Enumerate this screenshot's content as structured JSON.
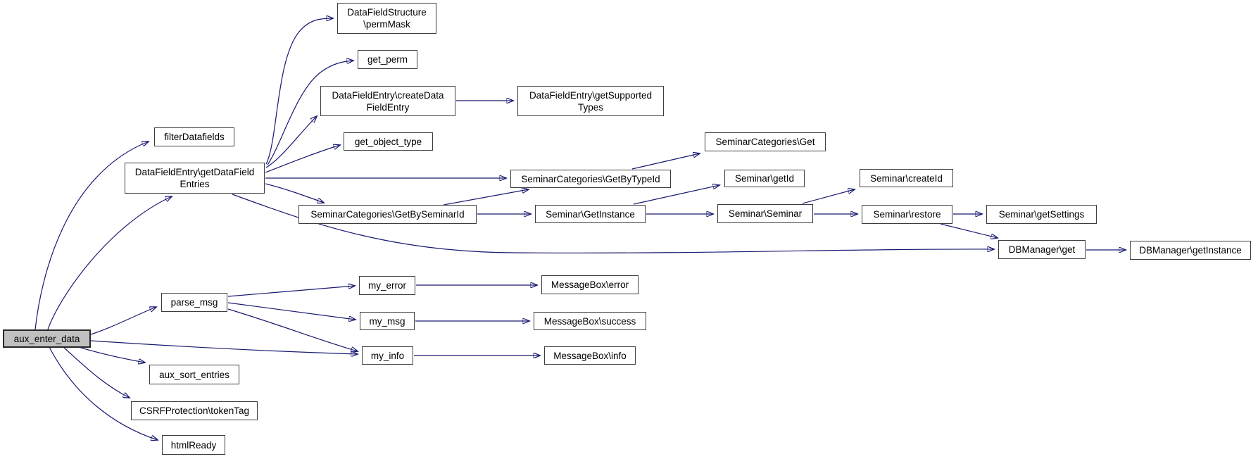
{
  "diagram": {
    "type": "call-graph",
    "root": "aux_enter_data",
    "colors": {
      "edge": "#191970",
      "node_fill": "#ffffff",
      "node_border": "#3d3d3d",
      "highlight_fill": "#c0c0c0",
      "background": "#ffffff"
    },
    "nodes": {
      "aux_enter_data": {
        "label": "aux_enter_data"
      },
      "filterDatafields": {
        "label": "filterDatafields"
      },
      "getDataFieldEntries": {
        "label": "DataFieldEntry\\getDataField\nEntries"
      },
      "permMask": {
        "label": "DataFieldStructure\n\\permMask"
      },
      "get_perm": {
        "label": "get_perm"
      },
      "createDataFieldEntry": {
        "label": "DataFieldEntry\\createData\nFieldEntry"
      },
      "getSupportedTypes": {
        "label": "DataFieldEntry\\getSupported\nTypes"
      },
      "get_object_type": {
        "label": "get_object_type"
      },
      "seminarCategoriesGet": {
        "label": "SeminarCategories\\Get"
      },
      "getByTypeId": {
        "label": "SeminarCategories\\GetByTypeId"
      },
      "seminarGetId": {
        "label": "Seminar\\getId"
      },
      "seminarCreateId": {
        "label": "Seminar\\createId"
      },
      "getBySeminarId": {
        "label": "SeminarCategories\\GetBySeminarId"
      },
      "seminarGetInstance": {
        "label": "Seminar\\GetInstance"
      },
      "seminarSeminar": {
        "label": "Seminar\\Seminar"
      },
      "seminarRestore": {
        "label": "Seminar\\restore"
      },
      "seminarGetSettings": {
        "label": "Seminar\\getSettings"
      },
      "dbManagerGet": {
        "label": "DBManager\\get"
      },
      "dbManagerGetInstance": {
        "label": "DBManager\\getInstance"
      },
      "parse_msg": {
        "label": "parse_msg"
      },
      "my_error": {
        "label": "my_error"
      },
      "my_msg": {
        "label": "my_msg"
      },
      "my_info": {
        "label": "my_info"
      },
      "messageBoxError": {
        "label": "MessageBox\\error"
      },
      "messageBoxSuccess": {
        "label": "MessageBox\\success"
      },
      "messageBoxInfo": {
        "label": "MessageBox\\info"
      },
      "aux_sort_entries": {
        "label": "aux_sort_entries"
      },
      "csrfTokenTag": {
        "label": "CSRFProtection\\tokenTag"
      },
      "htmlReady": {
        "label": "htmlReady"
      }
    },
    "edges": [
      {
        "from": "aux_enter_data",
        "to": "filterDatafields"
      },
      {
        "from": "aux_enter_data",
        "to": "getDataFieldEntries"
      },
      {
        "from": "aux_enter_data",
        "to": "parse_msg"
      },
      {
        "from": "aux_enter_data",
        "to": "my_info"
      },
      {
        "from": "aux_enter_data",
        "to": "aux_sort_entries"
      },
      {
        "from": "aux_enter_data",
        "to": "csrfTokenTag"
      },
      {
        "from": "aux_enter_data",
        "to": "htmlReady"
      },
      {
        "from": "getDataFieldEntries",
        "to": "permMask"
      },
      {
        "from": "getDataFieldEntries",
        "to": "get_perm"
      },
      {
        "from": "getDataFieldEntries",
        "to": "createDataFieldEntry"
      },
      {
        "from": "getDataFieldEntries",
        "to": "get_object_type"
      },
      {
        "from": "getDataFieldEntries",
        "to": "getByTypeId"
      },
      {
        "from": "getDataFieldEntries",
        "to": "getBySeminarId"
      },
      {
        "from": "getDataFieldEntries",
        "to": "dbManagerGet"
      },
      {
        "from": "createDataFieldEntry",
        "to": "getSupportedTypes"
      },
      {
        "from": "getByTypeId",
        "to": "seminarCategoriesGet"
      },
      {
        "from": "getBySeminarId",
        "to": "getByTypeId"
      },
      {
        "from": "getBySeminarId",
        "to": "seminarGetInstance"
      },
      {
        "from": "seminarGetInstance",
        "to": "seminarGetId"
      },
      {
        "from": "seminarGetInstance",
        "to": "seminarSeminar"
      },
      {
        "from": "seminarSeminar",
        "to": "seminarCreateId"
      },
      {
        "from": "seminarSeminar",
        "to": "seminarRestore"
      },
      {
        "from": "seminarRestore",
        "to": "seminarGetSettings"
      },
      {
        "from": "seminarRestore",
        "to": "dbManagerGet"
      },
      {
        "from": "dbManagerGet",
        "to": "dbManagerGetInstance"
      },
      {
        "from": "parse_msg",
        "to": "my_error"
      },
      {
        "from": "parse_msg",
        "to": "my_msg"
      },
      {
        "from": "parse_msg",
        "to": "my_info"
      },
      {
        "from": "my_error",
        "to": "messageBoxError"
      },
      {
        "from": "my_msg",
        "to": "messageBoxSuccess"
      },
      {
        "from": "my_info",
        "to": "messageBoxInfo"
      }
    ]
  }
}
